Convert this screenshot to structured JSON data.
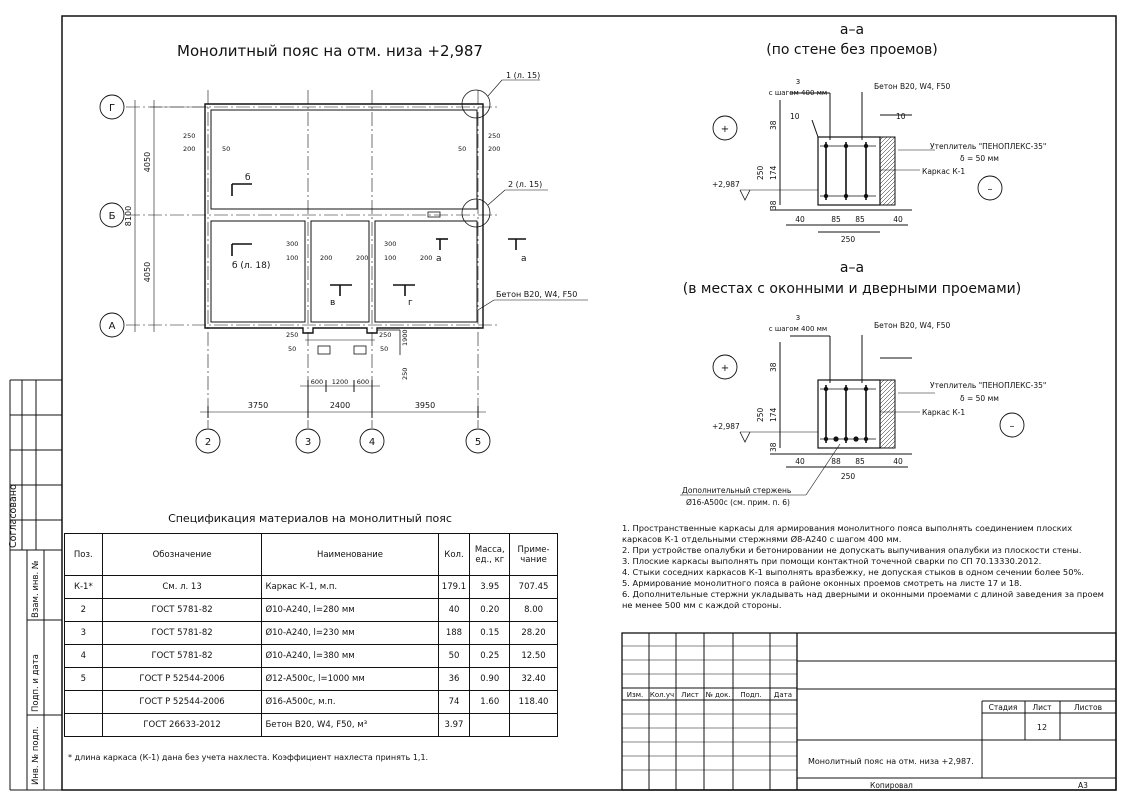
{
  "plan": {
    "title": "Монолитный пояс на отм. низа +2,987",
    "axes_rows": [
      "Г",
      "Б",
      "А"
    ],
    "axes_cols": [
      "2",
      "3",
      "4",
      "5"
    ],
    "dim_left_top": "4050",
    "dim_left_bottom": "4050",
    "dim_left_total": "8100",
    "dim_bottom": [
      "3750",
      "2400",
      "3950"
    ],
    "dim_opening": [
      "600",
      "1200",
      "600"
    ],
    "callout_1": "1 (л. 15)",
    "callout_2": "2 (л. 15)",
    "section_b": "б",
    "section_b2": "б (л. 18)",
    "section_a": "а",
    "section_v": "в",
    "section_g": "г",
    "concrete_label": "Бетон В20, W4, F50",
    "small_dims": [
      "250",
      "200",
      "50",
      "300",
      "100",
      "200",
      "1900",
      "250"
    ]
  },
  "section1": {
    "title": "а–а",
    "subtitle": "(по стене без проемов)",
    "step_num": "3",
    "step_text": "с шагом 400 мм",
    "concrete": "Бетон В20, W4, F50",
    "insulation": "Утеплитель \"ПЕНОПЛЕКС-35\"",
    "insulation_thk": "δ = 50 мм",
    "frame": "Каркас К-1",
    "elevation": "+2,987",
    "plus": "+",
    "minus": "–",
    "dims_h": [
      "40",
      "85",
      "85",
      "40"
    ],
    "dim_total": "250",
    "dims_v": [
      "38",
      "174",
      "38"
    ],
    "dim_v_total": "250",
    "dim_10": "10"
  },
  "section2": {
    "title": "а–а",
    "subtitle": "(в местах с оконными и дверными проемами)",
    "step_num": "3",
    "step_text": "с шагом 400 мм",
    "concrete": "Бетон В20, W4, F50",
    "insulation": "Утеплитель \"ПЕНОПЛЕКС-35\"",
    "insulation_thk": "δ = 50 мм",
    "frame": "Каркас К-1",
    "elevation": "+2,987",
    "plus": "+",
    "minus": "–",
    "dims_h": [
      "40",
      "88",
      "85",
      "40"
    ],
    "dim_total": "250",
    "dims_v": [
      "38",
      "174",
      "38"
    ],
    "dim_v_total": "250",
    "extra_bar": "Дополнительный стержень",
    "extra_bar_spec": "Ø16-А500с (см. прим. п. 6)"
  },
  "spec": {
    "title": "Спецификация материалов на монолитный пояс",
    "headers": [
      "Поз.",
      "Обозначение",
      "Наименование",
      "Кол.",
      "Масса, ед., кг",
      "Приме- чание"
    ],
    "rows": [
      [
        "К-1*",
        "См. л. 13",
        "Каркас К-1, м.п.",
        "179.1",
        "3.95",
        "707.45"
      ],
      [
        "2",
        "ГОСТ 5781-82",
        "Ø10-А240, l=280 мм",
        "40",
        "0.20",
        "8.00"
      ],
      [
        "3",
        "ГОСТ 5781-82",
        "Ø10-А240, l=230 мм",
        "188",
        "0.15",
        "28.20"
      ],
      [
        "4",
        "ГОСТ 5781-82",
        "Ø10-А240, l=380 мм",
        "50",
        "0.25",
        "12.50"
      ],
      [
        "5",
        "ГОСТ Р 52544-2006",
        "Ø12-А500с, l=1000 мм",
        "36",
        "0.90",
        "32.40"
      ],
      [
        "",
        "ГОСТ Р 52544-2006",
        "Ø16-А500с, м.п.",
        "74",
        "1.60",
        "118.40"
      ],
      [
        "",
        "ГОСТ 26633-2012",
        "Бетон В20, W4, F50, м³",
        "3.97",
        "",
        ""
      ]
    ],
    "footnote": "* длина каркаса (К-1) дана без учета нахлеста. Коэффициент нахлеста принять 1,1."
  },
  "notes": [
    "1. Пространственные каркасы для армирования монолитного пояса выполнять соединением плоских каркасов К-1 отдельными стержнями Ø8-А240 с шагом 400 мм.",
    "2. При устройстве опалубки и бетонировании не допускать выпучивания опалубки из плоскости стены.",
    "3. Плоские каркасы выполнять при помощи контактной точечной сварки по СП 70.13330.2012.",
    "4. Стыки соседних каркасов К-1 выполнять вразбежку, не допуская стыков в одном сечении более 50%.",
    "5. Армирование монолитного пояса в районе оконных проемов смотреть на листе 17 и 18.",
    "6. Дополнительные стержни укладывать над дверными и оконными проемами с длиной заведения за проем не менее 500 мм с каждой стороны."
  ],
  "stamp": {
    "cols": [
      "Изм.",
      "Кол.уч",
      "Лист",
      "№ док.",
      "Подп.",
      "Дата"
    ],
    "stage": "Стадия",
    "sheet": "Лист",
    "sheets": "Листов",
    "sheet_no": "12",
    "name": "Монолитный пояс на отм. низа +2,987.",
    "copied": "Копировал",
    "format": "А3"
  },
  "side": {
    "agreed": "Согласовано",
    "inv_replace": "Взам. инв. №",
    "sign_date": "Подп. и дата",
    "inv_orig": "Инв. № подл."
  }
}
